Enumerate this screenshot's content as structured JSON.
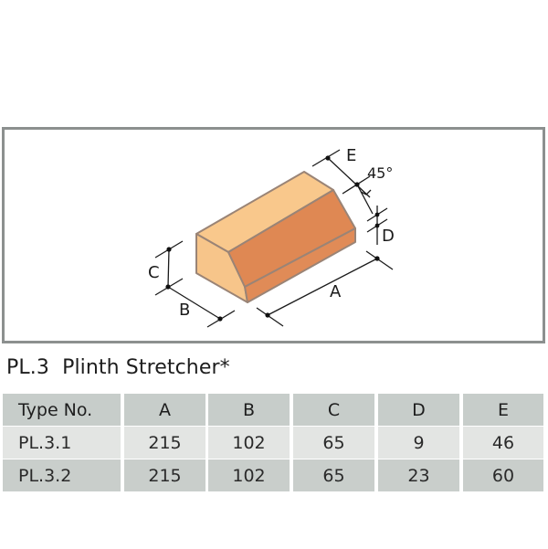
{
  "diagram": {
    "labels": {
      "a": "A",
      "b": "B",
      "c": "C",
      "d": "D",
      "e": "E",
      "angle": "45°"
    },
    "colors": {
      "top_face": "#f9c88c",
      "end_face": "#f7c58a",
      "chamfer_face": "#e08a55",
      "plinth_face": "#e18b57",
      "edge": "#9a8476",
      "dimension_line": "#1a1a1a",
      "frame_border": "#8c908f"
    }
  },
  "title": "PL.3  Plinth Stretcher*",
  "table": {
    "headers": [
      "Type No.",
      "A",
      "B",
      "C",
      "D",
      "E"
    ],
    "rows": [
      [
        "PL.3.1",
        "215",
        "102",
        "65",
        "9",
        "46"
      ],
      [
        "PL.3.2",
        "215",
        "102",
        "65",
        "23",
        "60"
      ]
    ],
    "colors": {
      "header_bg": "#c7cdca",
      "row_light_bg": "#e3e5e3",
      "row_dark_bg": "#c9cecb"
    }
  }
}
